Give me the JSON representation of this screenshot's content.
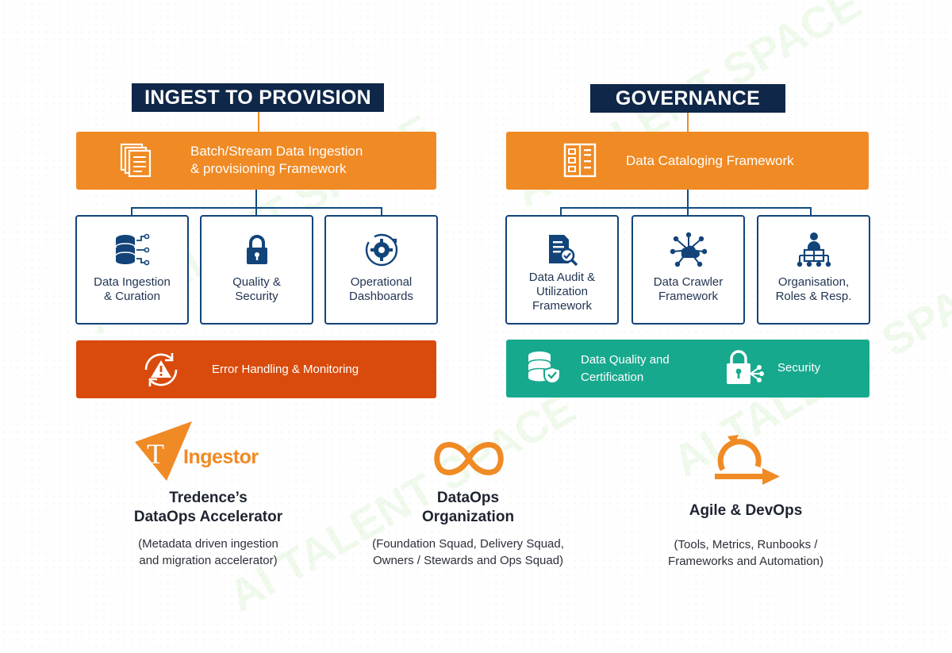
{
  "left": {
    "header": "INGEST TO PROVISION",
    "main_bar": "Batch/Stream Data Ingestion\n& provisioning Framework",
    "cards": [
      {
        "label": "Data Ingestion\n& Curation",
        "icon": "database-icon"
      },
      {
        "label": "Quality &\nSecurity",
        "icon": "lock-icon"
      },
      {
        "label": "Operational\nDashboards",
        "icon": "gear-dashboard-icon"
      }
    ],
    "bottom_bar": "Error Handling & Monitoring"
  },
  "right": {
    "header": "GOVERNANCE",
    "main_bar": "Data Cataloging Framework",
    "cards": [
      {
        "label": "Data Audit &\nUtilization\nFramework",
        "icon": "audit-document-icon"
      },
      {
        "label": "Data Crawler\nFramework",
        "icon": "network-crawler-icon"
      },
      {
        "label": "Organisation,\nRoles & Resp.",
        "icon": "org-chart-icon"
      }
    ],
    "bottom_left": "Data Quality and\nCertification",
    "bottom_right": "Security"
  },
  "bottom": [
    {
      "logo_text": "Ingestor",
      "logo_letter": "T",
      "title": "Tredence’s\nDataOps Accelerator",
      "desc": "(Metadata driven ingestion\nand migration accelerator)"
    },
    {
      "title": "DataOps\nOrganization",
      "desc": "(Foundation Squad, Delivery Squad,\nOwners / Stewards and Ops Squad)"
    },
    {
      "title": "Agile & DevOps",
      "desc": "(Tools, Metrics, Runbooks /\nFrameworks and Automation)"
    }
  ],
  "watermark": "AI TALENT SPACE",
  "colors": {
    "navy": "#0f2748",
    "orange": "#f08a24",
    "red_orange": "#d94b0d",
    "teal": "#17a98e",
    "card_border": "#12447a"
  }
}
